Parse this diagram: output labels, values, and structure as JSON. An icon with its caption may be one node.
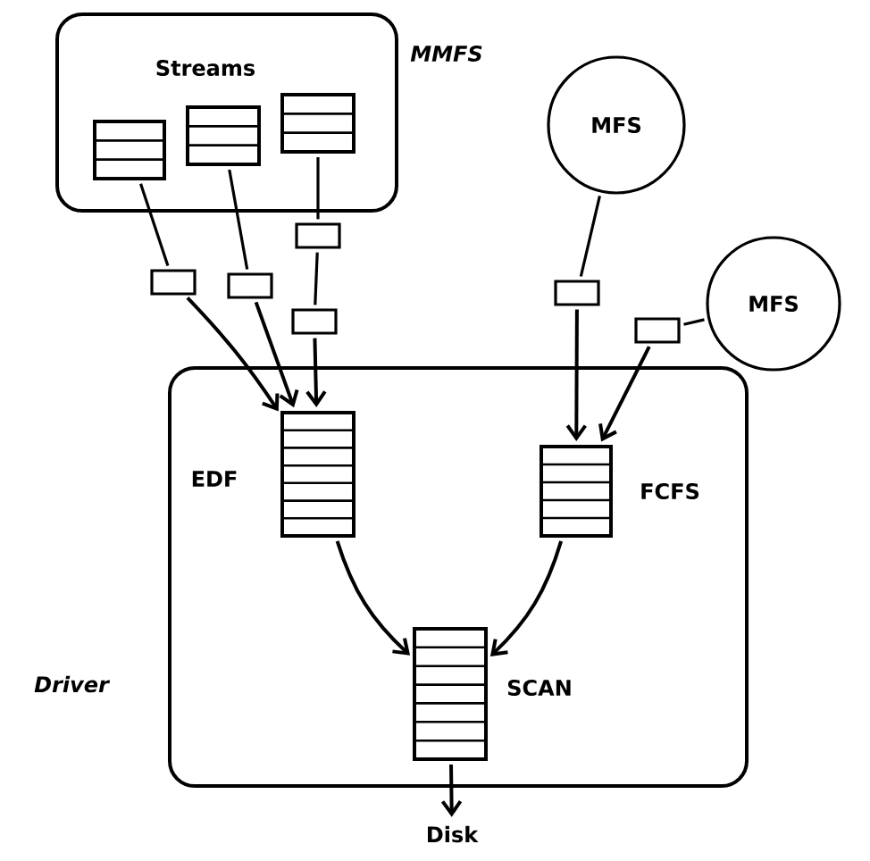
{
  "diagram": {
    "nodes": [
      {
        "text": [
          "Streams",
          "MMFS"
        ]
      },
      {
        "text": [],
        "shape": "box",
        "in": 0
      },
      {
        "text": [],
        "shape": "box",
        "in": 0
      },
      {
        "text": [],
        "shape": "box",
        "in": 0
      },
      {
        "text": [
          "MFS"
        ]
      },
      {
        "text": [],
        "shape": "box"
      },
      {
        "text": [],
        "shape": "box"
      },
      {
        "text": [],
        "shape": "box"
      },
      {
        "text": [],
        "shape": "box"
      },
      {
        "text": [],
        "shape": "box"
      },
      {
        "text": [
          "MFS"
        ]
      },
      {
        "text": [],
        "shape": "box"
      },
      {
        "text": [
          "Driver"
        ]
      },
      {
        "text": [
          "EDF"
        ],
        "in": 12
      },
      {
        "text": [
          "FCFS"
        ],
        "in": 12
      },
      {
        "text": [
          "SCAN"
        ],
        "in": 12
      },
      {
        "text": [
          "Disk"
        ]
      }
    ],
    "edges": [
      {
        "from": 1,
        "to": 6,
        "arrow": "none"
      },
      {
        "from": 6,
        "to": 13,
        "arrow": "to"
      },
      {
        "from": 2,
        "to": 7,
        "arrow": "none"
      },
      {
        "from": 7,
        "to": 13,
        "arrow": "to"
      },
      {
        "from": 3,
        "to": 5,
        "arrow": "none"
      },
      {
        "from": 5,
        "to": 9,
        "arrow": "none"
      },
      {
        "from": 9,
        "to": 13,
        "arrow": "to"
      },
      {
        "from": 4,
        "to": 8,
        "arrow": "none"
      },
      {
        "from": 8,
        "to": 14,
        "arrow": "to"
      },
      {
        "from": 10,
        "to": 11,
        "arrow": "none"
      },
      {
        "from": 11,
        "to": 14,
        "arrow": "to"
      },
      {
        "from": 13,
        "to": 15,
        "arrow": "to"
      },
      {
        "from": 14,
        "to": 15,
        "arrow": "to"
      },
      {
        "from": 15,
        "to": 16,
        "arrow": "to"
      }
    ]
  }
}
